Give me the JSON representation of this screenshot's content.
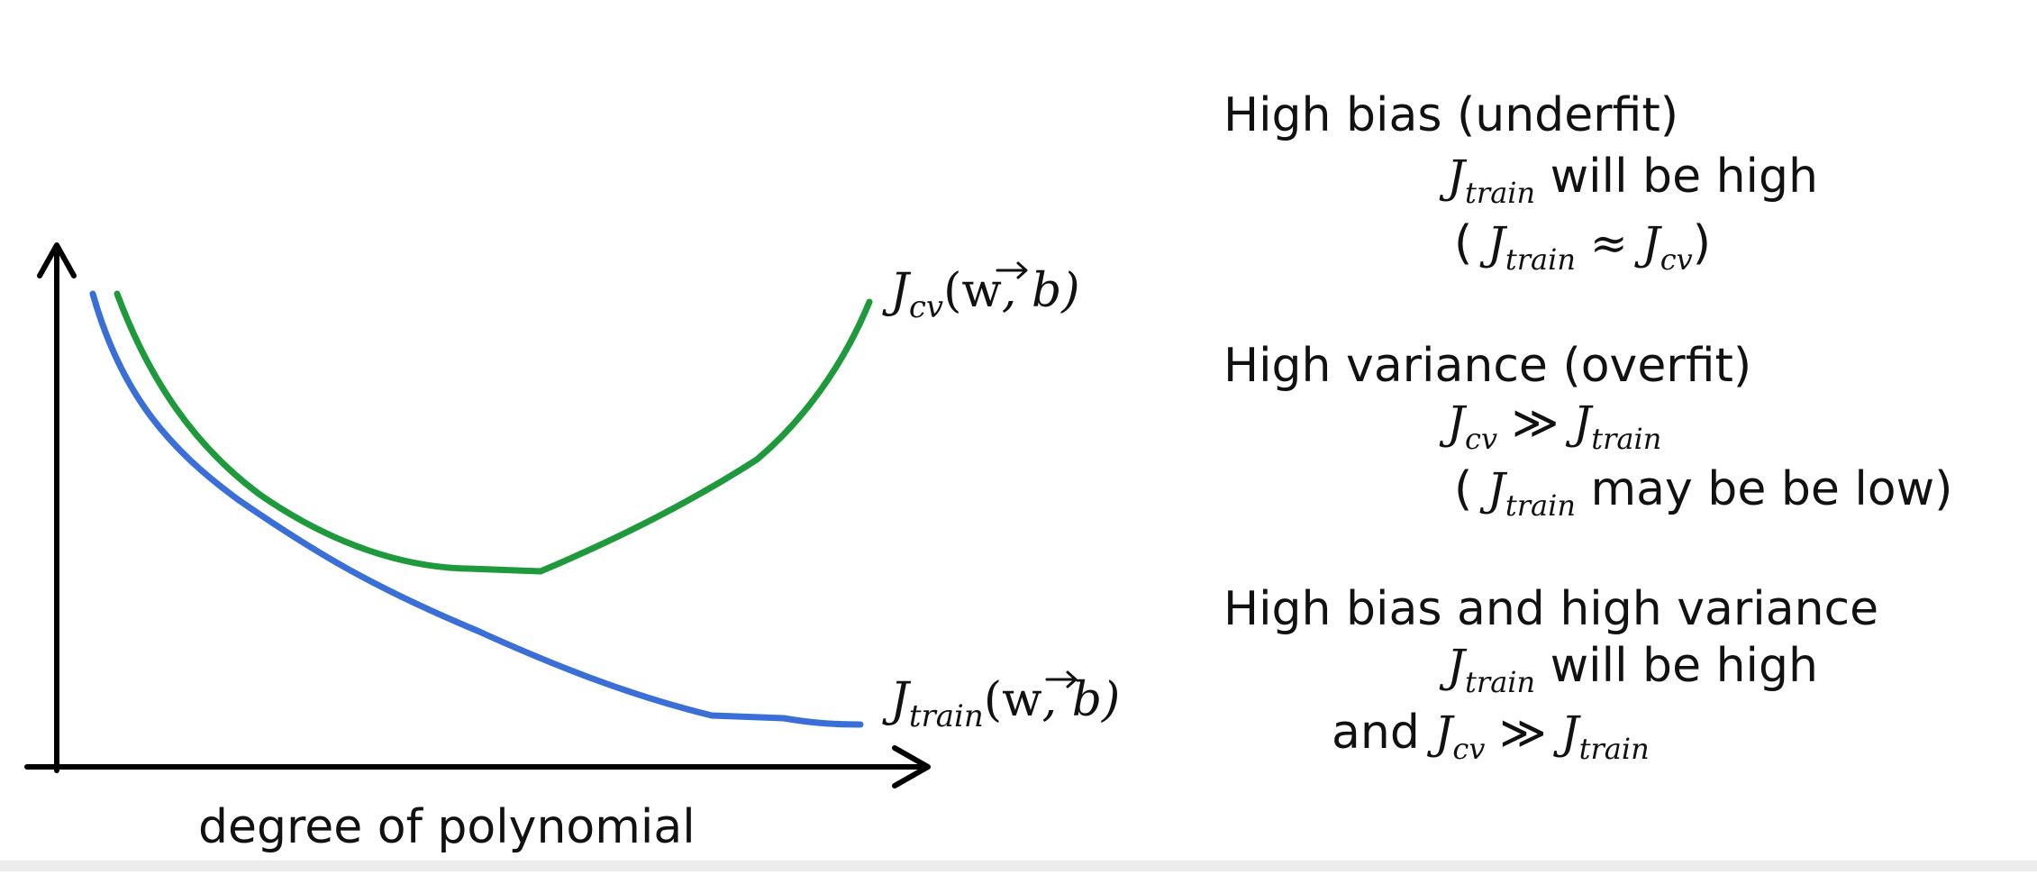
{
  "diagram": {
    "x_axis_label": "degree of polynomial",
    "curves": [
      {
        "name": "J_cv",
        "label_main": "J",
        "label_sub": "cv",
        "label_args_open": "(",
        "label_args_w": "w",
        "label_args_arrow": "⃗",
        "label_args_rest": ", b)",
        "color": "#1e9a3c"
      },
      {
        "name": "J_train",
        "label_main": "J",
        "label_sub": "train",
        "label_args_open": "(",
        "label_args_w": "w",
        "label_args_arrow": "⃗",
        "label_args_rest": ", b)",
        "color": "#3a6fd8"
      }
    ],
    "axis_color": "#000000"
  },
  "notes": {
    "high_bias": {
      "heading": "High bias (underfit)",
      "line1_text": " will be high",
      "line2_open": "( ",
      "line2_approx": " ≈ ",
      "line2_close": ")"
    },
    "high_variance": {
      "heading": "High variance (overfit)",
      "line1_op": " ≫ ",
      "line2_open": "( ",
      "line2_text": " may be be low)"
    },
    "both": {
      "heading": "High bias and high variance",
      "line1_text": " will be high",
      "line2_and": "and ",
      "line2_op": " ≫ "
    },
    "sym": {
      "J": "J",
      "train": "train",
      "cv": "cv"
    }
  }
}
